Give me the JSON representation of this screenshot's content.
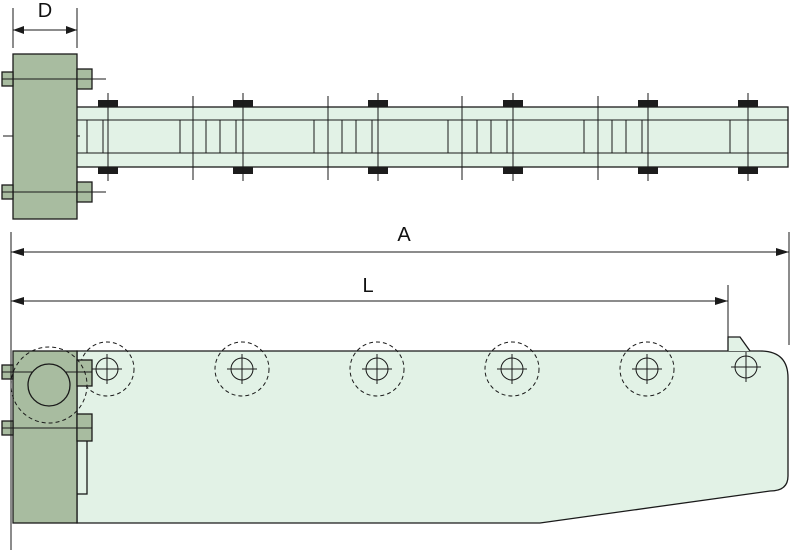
{
  "dimensions": {
    "d_label": "D",
    "a_label": "A",
    "l_label": "L"
  },
  "colors": {
    "block_fill": "#a8bca0",
    "body_fill": "#e2f2e6",
    "pad_fill": "#1c1c1c",
    "line": "#1a1a1a"
  }
}
